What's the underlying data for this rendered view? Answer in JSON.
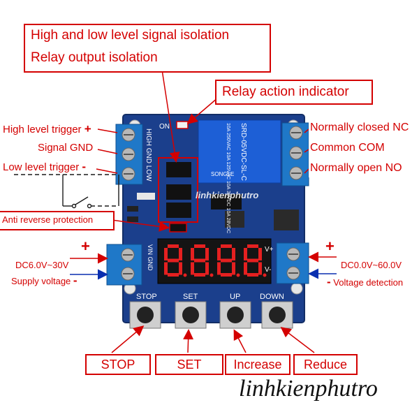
{
  "top_box": {
    "line1": "High and low level signal isolation",
    "line2": "Relay output isolation"
  },
  "relay_indicator": "Relay action indicator",
  "left_labels": {
    "high_trigger": "High level trigger",
    "signal_gnd": "Signal GND",
    "low_trigger": "Low level trigger",
    "anti_reverse": "Anti reverse protection",
    "supply_range": "DC6.0V~30V",
    "supply_voltage": "Supply voltage"
  },
  "right_labels": {
    "normally_closed": "Normally closed NC",
    "common": "Common COM",
    "normally_open": "Normally open NO",
    "detect_range": "DC0.0V~60.0V",
    "voltage_detection": "Voltage detection"
  },
  "signs": {
    "plus": "+",
    "minus": "-"
  },
  "board_silk": {
    "on": "ON",
    "input_header": "HIGH GND LOW",
    "power_header": "VIN GND",
    "detect_plus": "V+",
    "detect_minus": "V-",
    "stop": "STOP",
    "set": "SET",
    "up": "UP",
    "down": "DOWN",
    "watermark": "linhkienphutro"
  },
  "relay_text": {
    "model": "SRD-05VDC-SL-C",
    "ratings": "10A 250VAC 10A 125VAC 10A 30VDC 10A 28VDC",
    "brand": "SONGLE"
  },
  "display": "8.8.8.8",
  "buttons": {
    "stop": "STOP",
    "set": "SET",
    "increase": "Increase",
    "reduce": "Reduce"
  },
  "footer_watermark": "linhkienphutro",
  "colors": {
    "callout": "#d40000",
    "power_arrow": "#0a2fb0",
    "pcb": "#1b3f8c",
    "terminal": "#1f78c8",
    "relay": "#1d5fd6",
    "display": "#e52020"
  }
}
